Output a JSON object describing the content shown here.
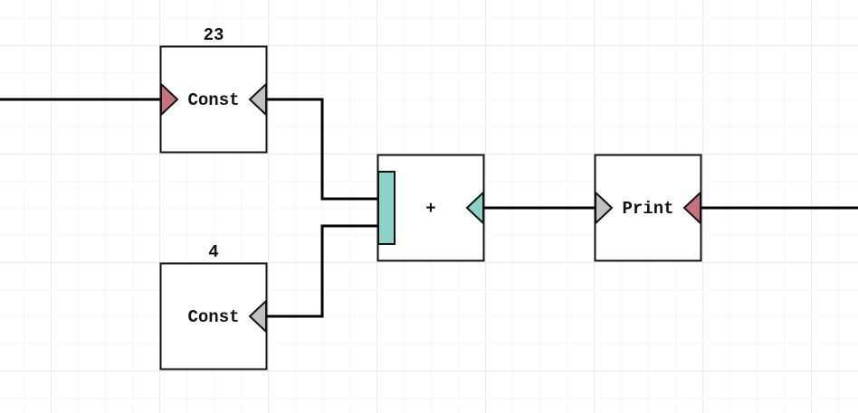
{
  "colors": {
    "background": "#ffffff",
    "grid_minor": "#f7f7f7",
    "grid_major": "#ebebeb",
    "wire": "#000000",
    "node_border": "#111111",
    "node_fill": "#ffffff",
    "port_exec": "#c8737b",
    "port_value": "#c0c0c0",
    "port_number": "#8dd2c8"
  },
  "nodes": [
    {
      "id": "const1",
      "label": "Const",
      "title": "23",
      "inputs": [
        "exec"
      ],
      "outputs": [
        "value"
      ]
    },
    {
      "id": "const2",
      "label": "Const",
      "title": "4",
      "inputs": [],
      "outputs": [
        "value"
      ]
    },
    {
      "id": "add",
      "label": "+",
      "title": "",
      "inputs": [
        "number-list"
      ],
      "outputs": [
        "number"
      ]
    },
    {
      "id": "print",
      "label": "Print",
      "title": "",
      "inputs": [
        "value"
      ],
      "outputs": [
        "exec"
      ]
    }
  ],
  "connections": [
    {
      "from": "external-left",
      "to": "const1.exec-in"
    },
    {
      "from": "const1.value-out",
      "to": "add.number-in"
    },
    {
      "from": "const2.value-out",
      "to": "add.number-in"
    },
    {
      "from": "add.number-out",
      "to": "print.value-in"
    },
    {
      "from": "print.exec-out",
      "to": "external-right"
    }
  ]
}
